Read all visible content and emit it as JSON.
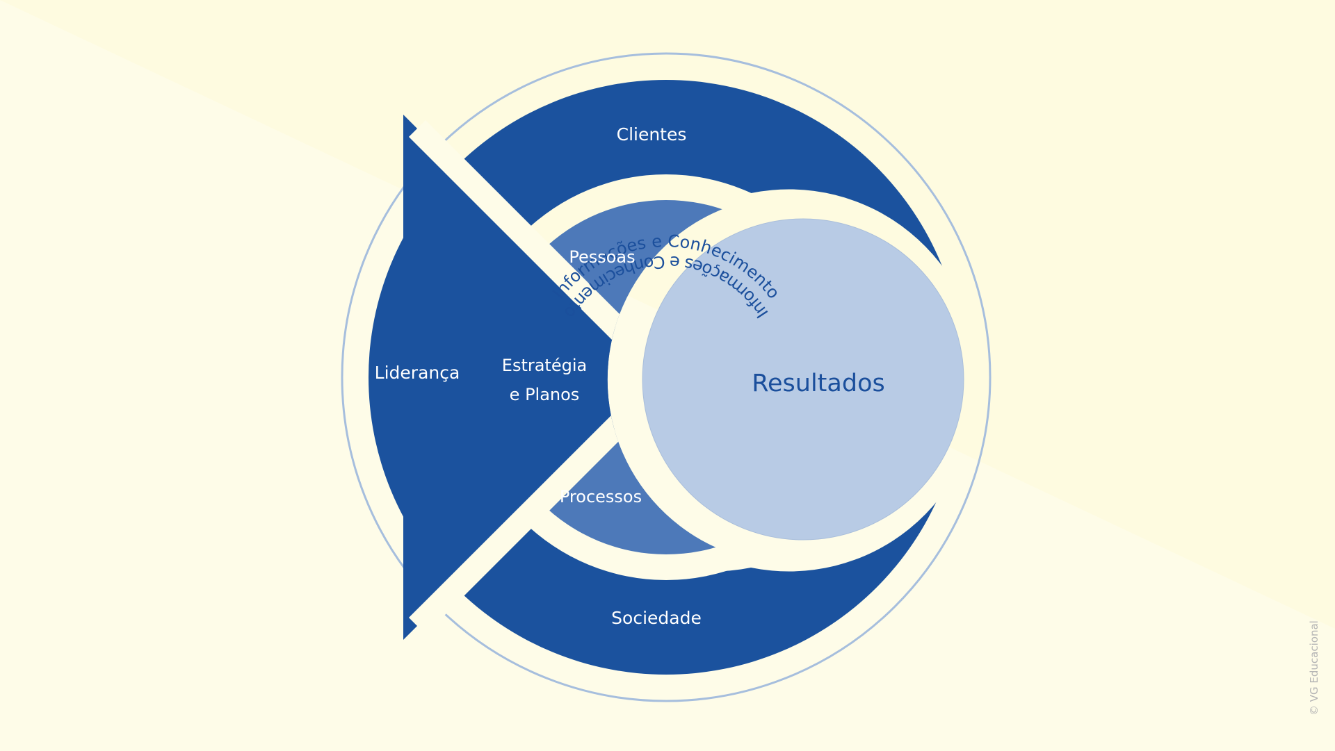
{
  "diagram": {
    "ring_top": "Informações e Conhecimento",
    "ring_bottom": "Informações e Conhecimento",
    "clientes": "Clientes",
    "lideranca": "Liderança",
    "sociedade": "Sociedade",
    "pessoas": "Pessoas",
    "estrategia_line1": "Estratégia",
    "estrategia_line2": "e Planos",
    "processos": "Processos",
    "resultados": "Resultados"
  },
  "copyright": "© VG Educacional",
  "colors": {
    "background": "#fefce8",
    "dark_blue": "#1b529e",
    "medium_blue": "#4d79b9",
    "light_blue": "#b8cbe5",
    "ring_outline": "#a6bedd",
    "text_blue": "#1b4f9c"
  }
}
